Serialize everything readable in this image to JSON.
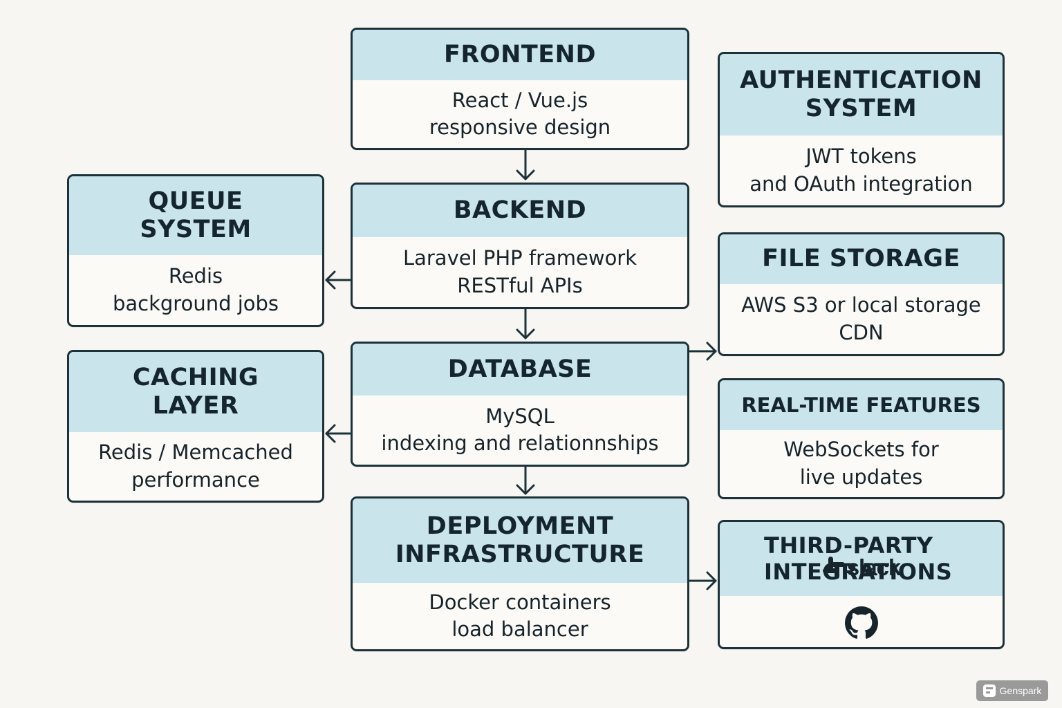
{
  "diagram": {
    "components": {
      "frontend": {
        "title": "FRONTEND",
        "lines": [
          "React / Vue.js",
          "responsive design"
        ]
      },
      "backend": {
        "title": "BACKEND",
        "lines": [
          "Laravel PHP framework",
          "RESTful APIs"
        ]
      },
      "database": {
        "title": "DATABASE",
        "lines": [
          "MySQL",
          "indexing and relationnships"
        ]
      },
      "deployment": {
        "title": "DEPLOYMENT\nINFRASTRUCTURE",
        "lines": [
          "Docker containers",
          "load balancer"
        ]
      },
      "queue": {
        "title": "QUEUE\nSYSTEM",
        "lines": [
          "Redis",
          "background jobs"
        ]
      },
      "caching": {
        "title": "CACHING\nLAYER",
        "lines": [
          "Redis / Memcached",
          "performance"
        ]
      },
      "authentication": {
        "title": "AUTHENTICATION\nSYSTEM",
        "lines": [
          "JWT tokens",
          "and OAuth integration"
        ]
      },
      "file_storage": {
        "title": "FILE STORAGE",
        "lines": [
          "AWS S3 or local storage",
          "CDN"
        ]
      },
      "realtime": {
        "title": "REAL-TIME FEATURES",
        "lines": [
          "WebSockets for",
          "live updates"
        ]
      },
      "third_party": {
        "title": "THIRD-PARTY\nINTEGRATIONS",
        "logos": [
          {
            "icon": "slack-icon",
            "label": "slack"
          },
          {
            "icon": "github-icon",
            "label": ""
          },
          {
            "icon": "payment-card-icon",
            "label": ""
          }
        ]
      }
    },
    "connections": [
      {
        "from": "frontend",
        "to": "backend"
      },
      {
        "from": "backend",
        "to": "queue"
      },
      {
        "from": "backend",
        "to": "database"
      },
      {
        "from": "database",
        "to": "caching"
      },
      {
        "from": "database",
        "to": "file_storage"
      },
      {
        "from": "database",
        "to": "deployment"
      },
      {
        "from": "deployment",
        "to": "third_party"
      }
    ],
    "colors": {
      "header_fill": "#c9e4ea",
      "border": "#1d3138",
      "background": "#f7f6f2"
    }
  },
  "watermark": {
    "label": "Genspark"
  }
}
